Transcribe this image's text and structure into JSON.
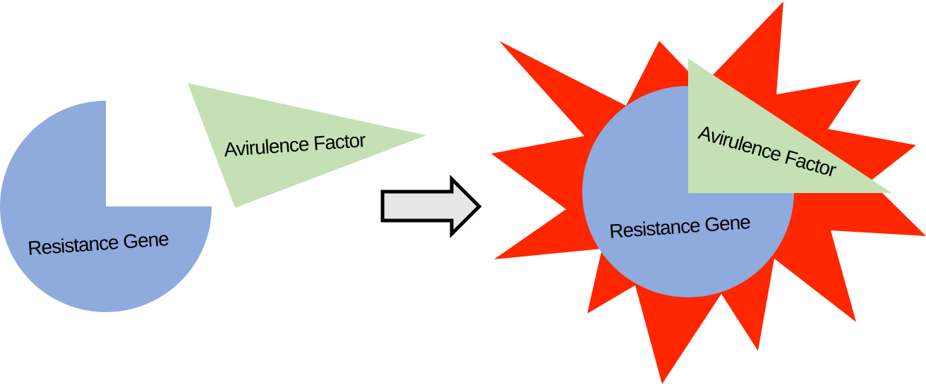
{
  "diagram": {
    "before": {
      "resistance_gene": {
        "label": "Resistance Gene",
        "shape": "pie-with-notch",
        "color": "#8FAADC"
      },
      "avirulence_factor": {
        "label": "Avirulence Factor",
        "shape": "triangle",
        "color": "#C5E0B4"
      }
    },
    "transition": {
      "icon": "right-arrow-icon",
      "fill": "#E7E6E6",
      "stroke": "#000000"
    },
    "after": {
      "burst": {
        "shape": "explosion-starburst",
        "color": "#FF2600"
      },
      "resistance_gene": {
        "label": "Resistance Gene",
        "shape": "circle",
        "color": "#8FAADC"
      },
      "avirulence_factor": {
        "label": "Avirulence Factor",
        "shape": "right-triangle",
        "color": "#C5E0B4"
      }
    }
  }
}
